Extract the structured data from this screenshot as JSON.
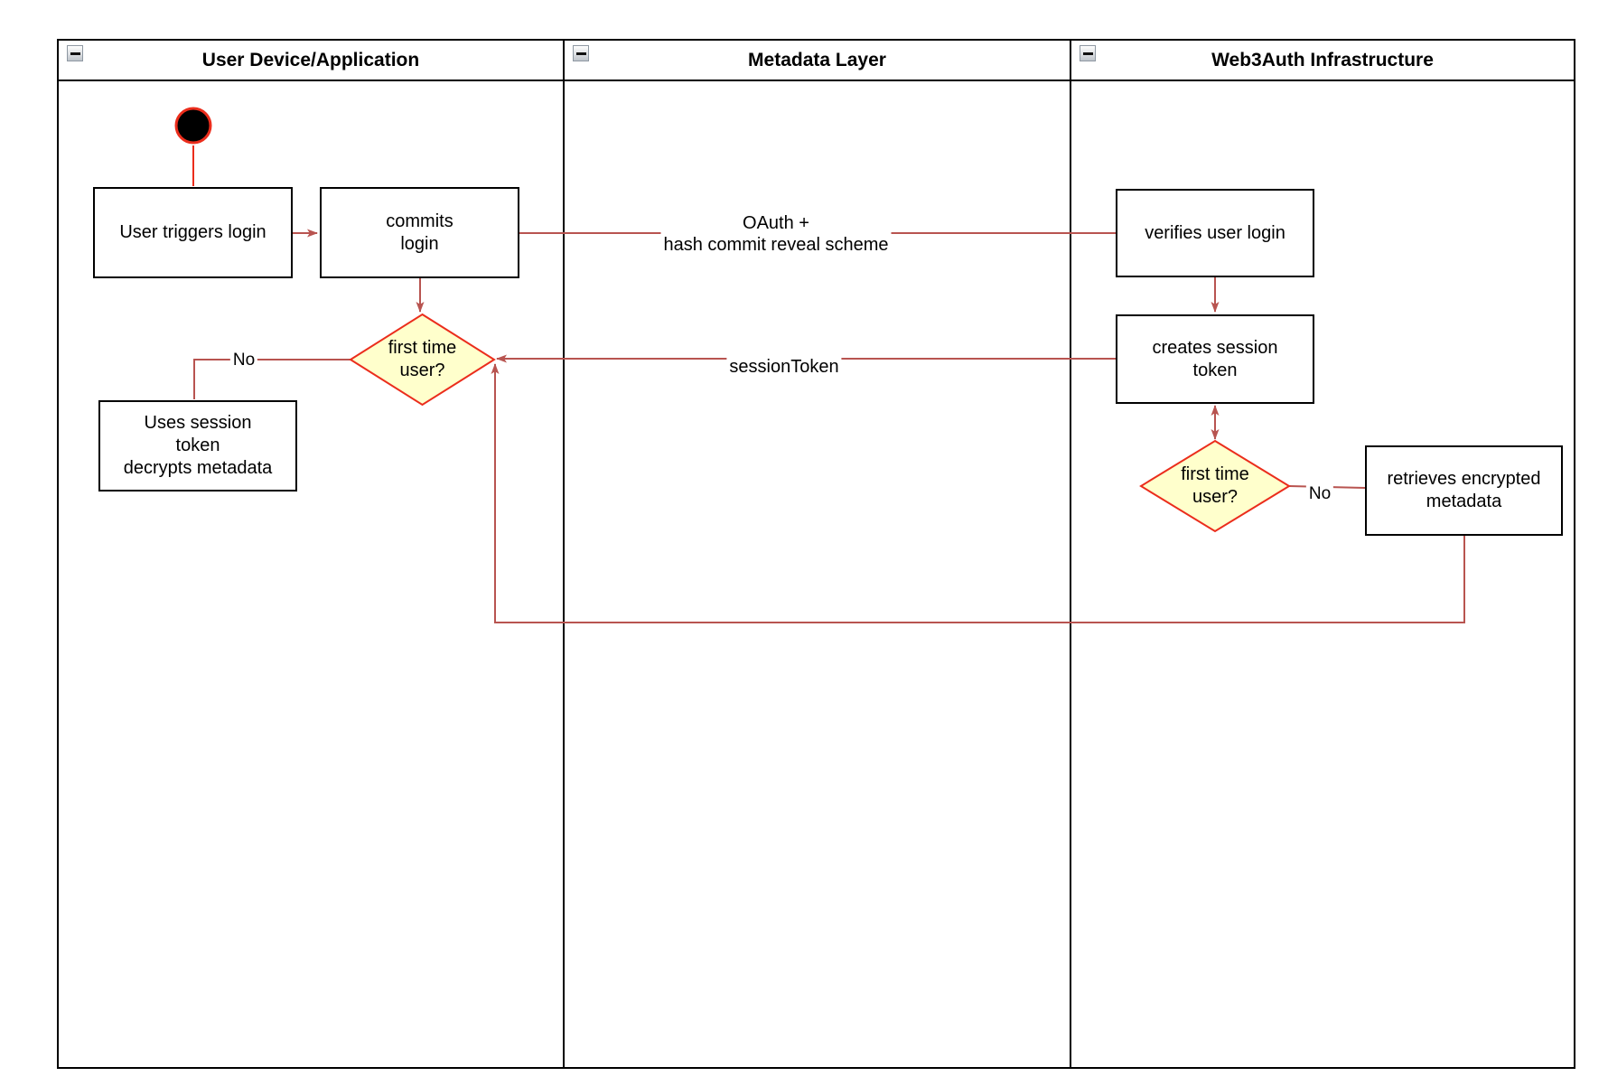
{
  "diagram": {
    "kind": "swimlane-activity-diagram",
    "lanes": [
      {
        "id": "user-device",
        "title": "User Device/Application"
      },
      {
        "id": "metadata-layer",
        "title": "Metadata Layer"
      },
      {
        "id": "web3auth-infra",
        "title": "Web3Auth Infrastructure"
      }
    ],
    "nodes": {
      "start": {
        "type": "initial-state"
      },
      "user_triggers_login": {
        "label": "User triggers login"
      },
      "commits_login": {
        "label": "commits\nlogin"
      },
      "verifies_user_login": {
        "label": "verifies user login"
      },
      "creates_session_token": {
        "label": "creates session\ntoken"
      },
      "first_time_user_device": {
        "label": "first time\nuser?"
      },
      "uses_session_token": {
        "label": "Uses session\ntoken\ndecrypts metadata"
      },
      "first_time_user_infra": {
        "label": "first time\nuser?"
      },
      "retrieves_encrypted_metadata": {
        "label": "retrieves encrypted\nmetadata"
      }
    },
    "edge_labels": {
      "oauth": "OAuth +\nhash commit reveal scheme",
      "session_token": "sessionToken",
      "no_device": "No",
      "no_infra": "No"
    },
    "colors": {
      "connector": "#b85450",
      "shape_border": "#000000",
      "decision_fill": "#ffffcc",
      "decision_stroke": "#eb2d1c",
      "start_fill": "#000000",
      "start_stroke": "#eb2d1c",
      "lane_border": "#000000"
    }
  }
}
